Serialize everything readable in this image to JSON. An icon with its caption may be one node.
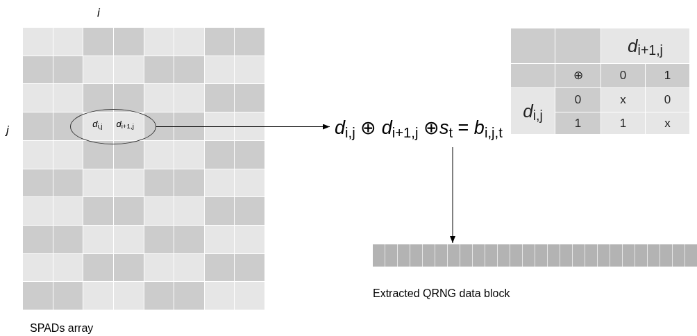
{
  "diagram": {
    "nodes": [
      {
        "text": [],
        "shape": "box",
        "beside": [
          "SPADs array"
        ]
      },
      {
        "text": [
          "*d*$_{i,j}$",
          "*d*$_{i+1,j}$"
        ],
        "in": 0
      },
      {
        "text": [
          "*d*$_{i,j}$ ⊕ *d*$_{i+1,j}$ ⊕*s*$_{t}$ = *b*$_{i,j,t}$"
        ]
      },
      {
        "text": [],
        "shape": "bar",
        "beside": [
          "Extracted QRNG data block"
        ]
      }
    ],
    "edges": [
      {
        "from": 1,
        "to": 2,
        "arrow": "to"
      },
      {
        "from": 2,
        "to": 3,
        "arrow": "to"
      }
    ],
    "labels": [
      "i",
      "j",
      "*d*$_{i+1,j}$",
      "⊕",
      "0",
      "1",
      "*d*$_{i,j}$",
      "0",
      "x",
      "0",
      "1",
      "1",
      "x"
    ]
  }
}
